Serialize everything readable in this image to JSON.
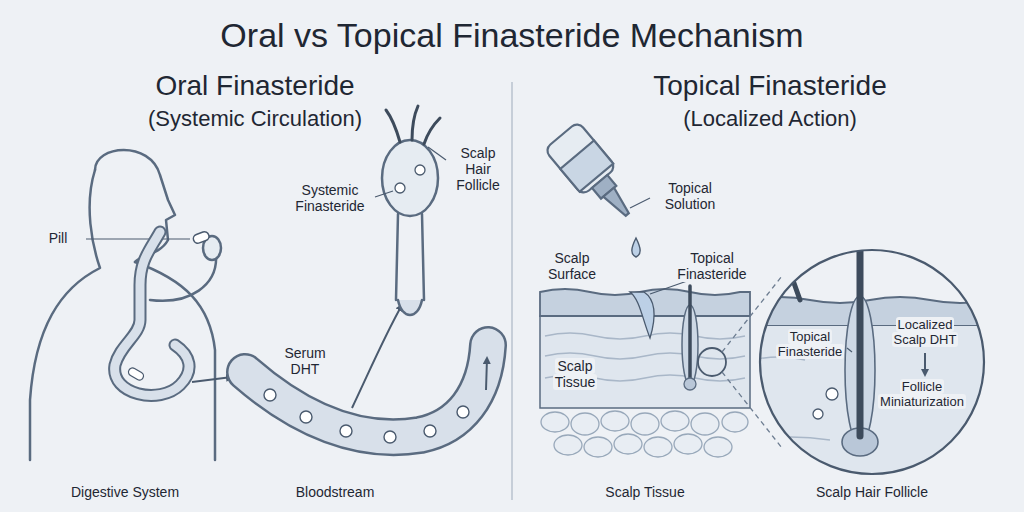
{
  "diagram": {
    "title": "Oral vs Topical Finasteride Mechanism",
    "labels": [
      "Oral Finasteride",
      "(Systemic Circulation)",
      "Topical Finasteride",
      "(Localized Action)",
      "Pill",
      "Systemic Finasteride",
      "Scalp Hair Follicle",
      "Serum DHT",
      "Digestive System",
      "Bloodstream",
      "Topical Solution",
      "Scalp Surface",
      "Topical Finasteride",
      "Scalp Tissue",
      "Topical Finasteride",
      "Localized Scalp DHT",
      "Follicle Miniaturization",
      "Scalp Tissue",
      "Scalp Hair Follicle"
    ]
  }
}
